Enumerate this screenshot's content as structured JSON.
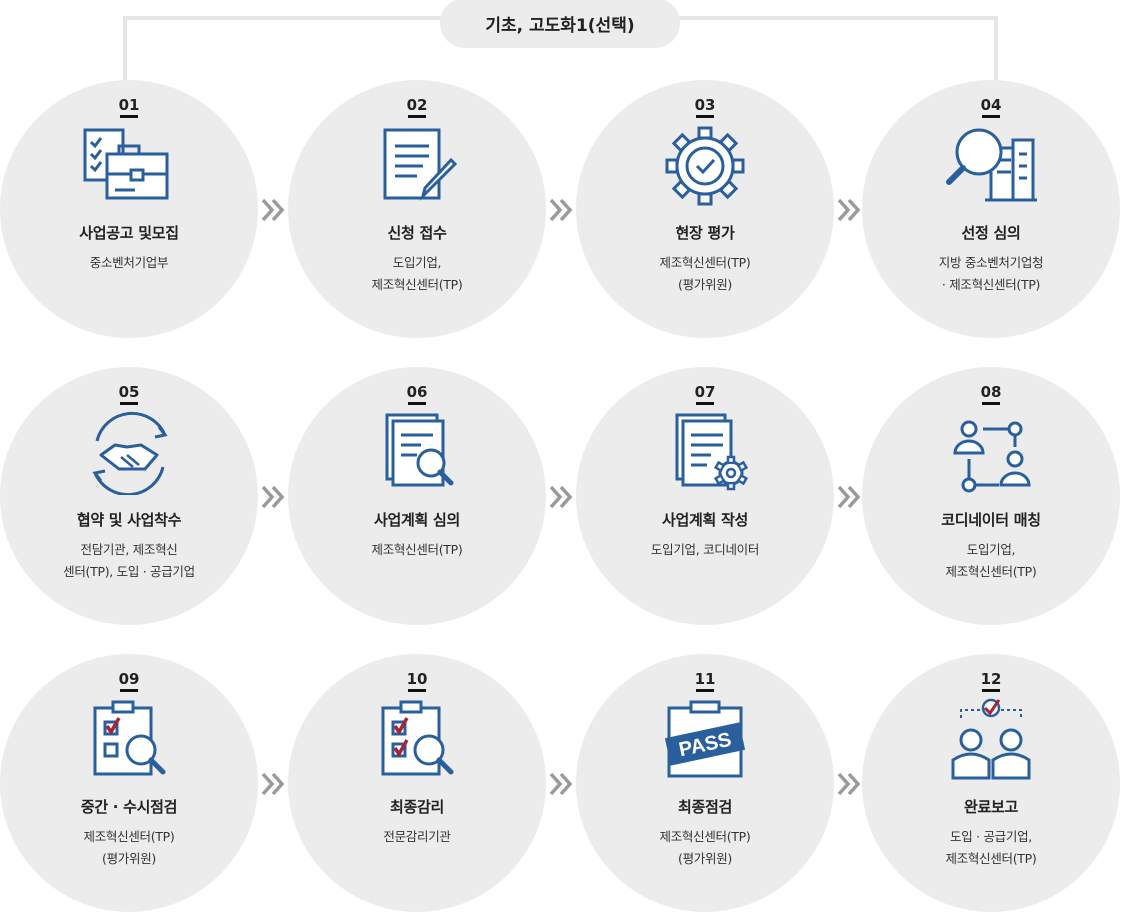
{
  "header": {
    "label": "기초, 고도화1(선택)"
  },
  "steps": [
    {
      "num": "01",
      "title": "사업공고 및모집",
      "desc": [
        "중소벤처기업부"
      ]
    },
    {
      "num": "02",
      "title": "신청 접수",
      "desc": [
        "도입기업,",
        "제조혁신센터(TP)"
      ]
    },
    {
      "num": "03",
      "title": "현장 평가",
      "desc": [
        "제조혁신센터(TP)",
        "(평가위원)"
      ]
    },
    {
      "num": "04",
      "title": "선정 심의",
      "desc": [
        "지방 중소벤처기업청",
        "· 제조혁신센터(TP)"
      ]
    },
    {
      "num": "05",
      "title": "협약 및 사업착수",
      "desc": [
        "전담기관, 제조혁신",
        "센터(TP), 도입 · 공급기업"
      ]
    },
    {
      "num": "06",
      "title": "사업계획 심의",
      "desc": [
        "제조혁신센터(TP)"
      ]
    },
    {
      "num": "07",
      "title": "사업계획 작성",
      "desc": [
        "도입기업, 코디네이터"
      ]
    },
    {
      "num": "08",
      "title": "코디네이터 매칭",
      "desc": [
        "도입기업,",
        "제조혁신센터(TP)"
      ]
    },
    {
      "num": "09",
      "title": "중간 · 수시점검",
      "desc": [
        "제조혁신센터(TP)",
        "(평가위원)"
      ]
    },
    {
      "num": "10",
      "title": "최종감리",
      "desc": [
        "전문감리기관"
      ]
    },
    {
      "num": "11",
      "title": "최종점검",
      "desc": [
        "제조혁신센터(TP)",
        "(평가위원)"
      ]
    },
    {
      "num": "12",
      "title": "완료보고",
      "desc": [
        "도입 · 공급기업,",
        "제조혁신센터(TP)"
      ]
    }
  ],
  "icon_labels": {
    "pass": "PASS"
  },
  "icons": [
    "document-briefcase-icon",
    "document-pen-icon",
    "gear-check-icon",
    "magnifier-building-icon",
    "handshake-icon",
    "document-magnifier-icon",
    "document-gear-icon",
    "people-network-icon",
    "clipboard-magnifier-icon",
    "clipboard-checks-icon",
    "pass-stamp-icon",
    "people-check-icon"
  ],
  "colors": {
    "circle": "#ececec",
    "icon_blue": "#2a5f9e",
    "check_red": "#a6233a",
    "arrow": "#9a9a9a"
  }
}
